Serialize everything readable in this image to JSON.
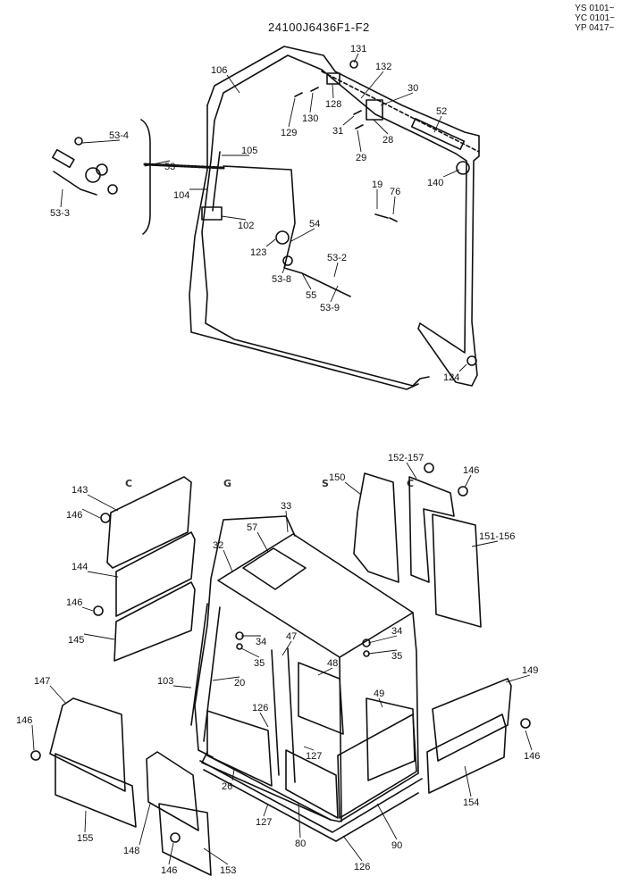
{
  "header": {
    "drawing_code": "24100J6436F1-F2",
    "serial_ranges": [
      "YS 0101~",
      "YC 0101~",
      "YP 0417~"
    ]
  },
  "watermark": {
    "letters": [
      "C",
      "G",
      "S",
      "C"
    ],
    "colors": [
      "#4f8ff7",
      "#f08577",
      "#f5d54a",
      "#43a86d"
    ]
  },
  "callouts": [
    {
      "id": "131",
      "label": "131"
    },
    {
      "id": "106",
      "label": "106"
    },
    {
      "id": "132",
      "label": "132"
    },
    {
      "id": "30",
      "label": "30"
    },
    {
      "id": "128",
      "label": "128"
    },
    {
      "id": "130",
      "label": "130"
    },
    {
      "id": "129",
      "label": "129"
    },
    {
      "id": "31",
      "label": "31"
    },
    {
      "id": "28",
      "label": "28"
    },
    {
      "id": "29",
      "label": "29"
    },
    {
      "id": "52",
      "label": "52"
    },
    {
      "id": "140",
      "label": "140"
    },
    {
      "id": "53-4",
      "label": "53-4"
    },
    {
      "id": "53",
      "label": "53"
    },
    {
      "id": "105",
      "label": "105"
    },
    {
      "id": "104",
      "label": "104"
    },
    {
      "id": "102",
      "label": "102"
    },
    {
      "id": "53-3",
      "label": "53-3"
    },
    {
      "id": "19",
      "label": "19"
    },
    {
      "id": "76",
      "label": "76"
    },
    {
      "id": "54",
      "label": "54"
    },
    {
      "id": "123",
      "label": "123"
    },
    {
      "id": "53-2",
      "label": "53-2"
    },
    {
      "id": "53-8",
      "label": "53-8"
    },
    {
      "id": "55",
      "label": "55"
    },
    {
      "id": "53-9",
      "label": "53-9"
    },
    {
      "id": "124",
      "label": "124"
    },
    {
      "id": "152-157",
      "label": "152-157"
    },
    {
      "id": "146a",
      "label": "146"
    },
    {
      "id": "150",
      "label": "150"
    },
    {
      "id": "143",
      "label": "143"
    },
    {
      "id": "146b",
      "label": "146"
    },
    {
      "id": "151-156",
      "label": "151-156"
    },
    {
      "id": "33",
      "label": "33"
    },
    {
      "id": "57",
      "label": "57"
    },
    {
      "id": "32",
      "label": "32"
    },
    {
      "id": "144",
      "label": "144"
    },
    {
      "id": "146c",
      "label": "146"
    },
    {
      "id": "145",
      "label": "145"
    },
    {
      "id": "34a",
      "label": "34"
    },
    {
      "id": "47",
      "label": "47"
    },
    {
      "id": "34b",
      "label": "34"
    },
    {
      "id": "35a",
      "label": "35"
    },
    {
      "id": "48",
      "label": "48"
    },
    {
      "id": "35b",
      "label": "35"
    },
    {
      "id": "103",
      "label": "103"
    },
    {
      "id": "20",
      "label": "20"
    },
    {
      "id": "147",
      "label": "147"
    },
    {
      "id": "49",
      "label": "49"
    },
    {
      "id": "149",
      "label": "149"
    },
    {
      "id": "126a",
      "label": "126"
    },
    {
      "id": "146d",
      "label": "146"
    },
    {
      "id": "146e",
      "label": "146"
    },
    {
      "id": "127a",
      "label": "127"
    },
    {
      "id": "26",
      "label": "26"
    },
    {
      "id": "154",
      "label": "154"
    },
    {
      "id": "127b",
      "label": "127"
    },
    {
      "id": "155",
      "label": "155"
    },
    {
      "id": "148",
      "label": "148"
    },
    {
      "id": "80",
      "label": "80"
    },
    {
      "id": "90",
      "label": "90"
    },
    {
      "id": "146f",
      "label": "146"
    },
    {
      "id": "153",
      "label": "153"
    },
    {
      "id": "126b",
      "label": "126"
    }
  ]
}
